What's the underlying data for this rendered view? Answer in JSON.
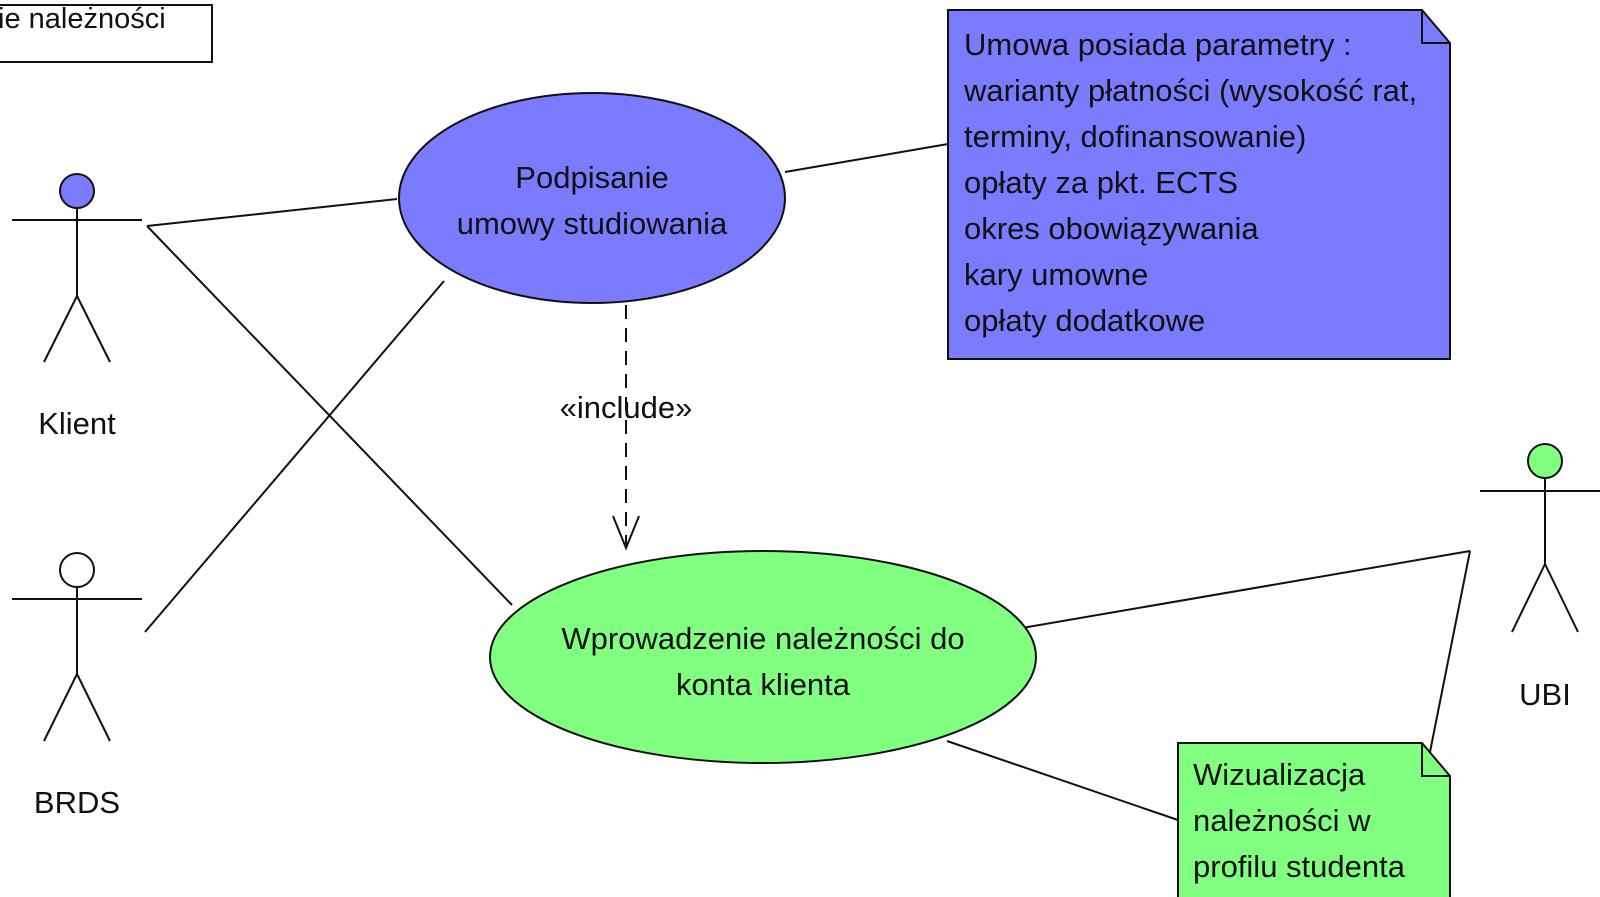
{
  "frame_title": "ie należności",
  "actors": {
    "klient": {
      "name": "Klient",
      "head_color": "#7b7bff"
    },
    "brds": {
      "name": "BRDS",
      "head_color": "#ffffff"
    },
    "ubi": {
      "name": "UBI",
      "head_color": "#80ff80"
    }
  },
  "use_cases": {
    "podpisanie": {
      "lines": [
        "Podpisanie",
        "umowy studiowania"
      ],
      "fill": "#7b7bff"
    },
    "wprowadzenie": {
      "lines": [
        "Wprowadzenie należności do",
        "konta klienta"
      ],
      "fill": "#80ff80"
    }
  },
  "relations": {
    "include_label": "«include»"
  },
  "notes": {
    "umowa": {
      "fill": "#7b7bff",
      "lines": [
        "Umowa posiada parametry :",
        "warianty płatności (wysokość rat,",
        "terminy, dofinansowanie)",
        "opłaty za pkt. ECTS",
        "okres obowiązywania",
        "kary umowne",
        "opłaty dodatkowe"
      ]
    },
    "wizualizacja": {
      "fill": "#80ff80",
      "lines": [
        "Wizualizacja",
        "należności w",
        "profilu studenta"
      ]
    }
  }
}
